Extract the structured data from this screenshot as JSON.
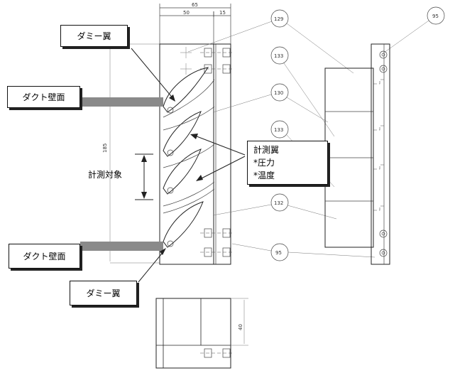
{
  "labels": {
    "dummy_top": "ダミー翼",
    "duct_wall_top": "ダクト壁面",
    "measurement_target": "計測対象",
    "measurement_blade": "計測翼",
    "pressure": "*圧力",
    "temperature": "*温度",
    "duct_wall_bottom": "ダクト壁面",
    "dummy_bottom": "ダミー翼"
  },
  "dimensions": {
    "overall_width": "65",
    "main_width": "50",
    "side_width": "15",
    "height": "185",
    "bottom_height": "40"
  },
  "balloons": {
    "b129": "129",
    "b95_top": "95",
    "b133_top": "133",
    "b130": "130",
    "b133_mid": "133",
    "b132": "132",
    "b95_bottom": "95"
  },
  "colors": {
    "line": "#222222",
    "duct_bar": "#8a8a8a",
    "background": "#ffffff"
  }
}
